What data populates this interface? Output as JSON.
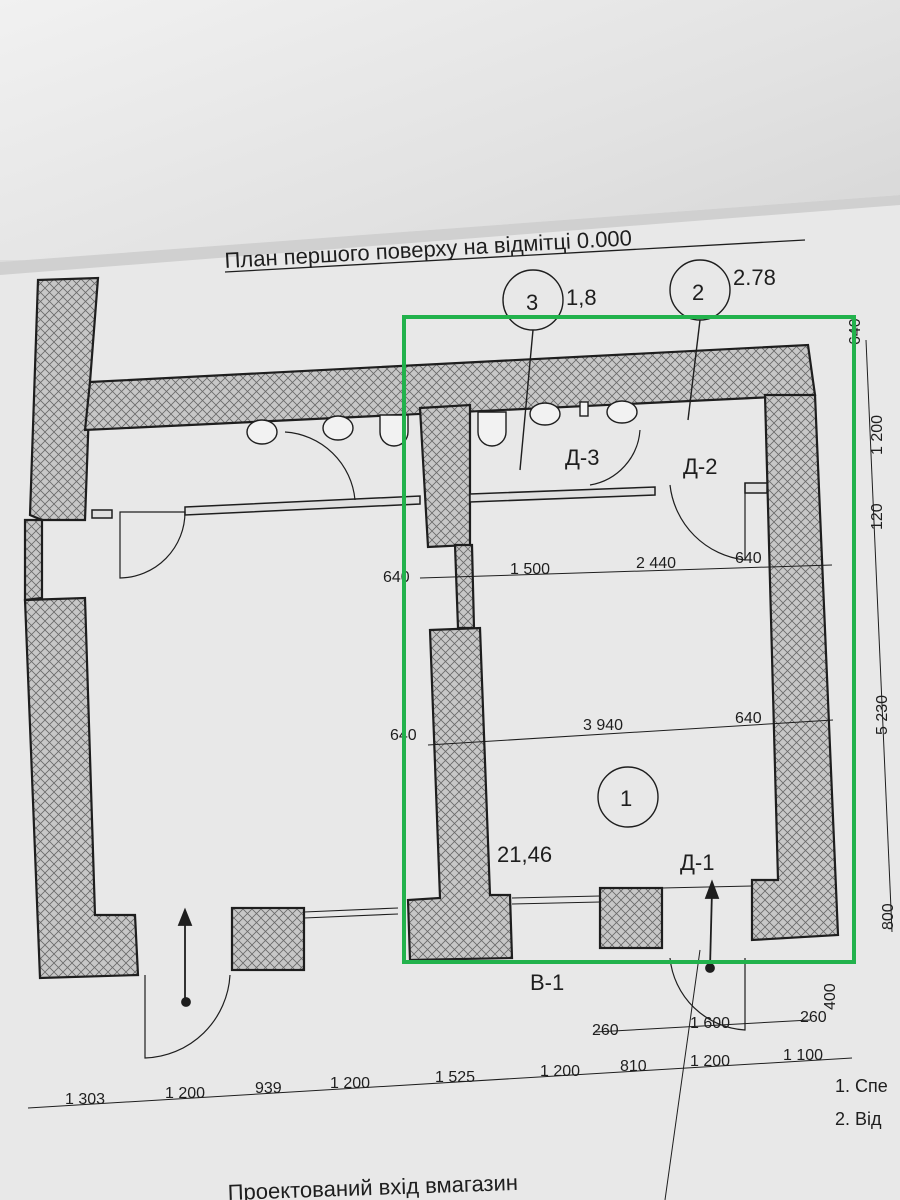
{
  "plan": {
    "title": "План першого поверху на відмітці 0.000",
    "caption": "Проектований вхід вмагазин",
    "notes": [
      "1. Спе",
      "2. Від"
    ],
    "rooms": [
      {
        "number": "1",
        "area": "21,46"
      },
      {
        "number": "2",
        "area": "2.78"
      },
      {
        "number": "3",
        "area": "1,8"
      }
    ],
    "doors": [
      "Д-1",
      "Д-2",
      "Д-3"
    ],
    "window": "В-1",
    "dims_bottom_row": [
      "1 303",
      "1 200",
      "939",
      "1 200",
      "1 525",
      "1 200",
      "810",
      "1 200",
      "1 100"
    ],
    "dims_door": [
      "260",
      "1 600",
      "260"
    ],
    "dims_right": [
      "400",
      "800",
      "5 230",
      "120",
      "1 200",
      "640"
    ],
    "dims_interior_top": [
      "640",
      "1 500",
      "2 440",
      "640"
    ],
    "dims_interior_mid": [
      "640",
      "3 940",
      "640"
    ]
  },
  "colors": {
    "highlight": "#22b24c",
    "wall_fill": "#c9c9c9",
    "line": "#1e1e1e",
    "paper": "#e9e9e9"
  }
}
